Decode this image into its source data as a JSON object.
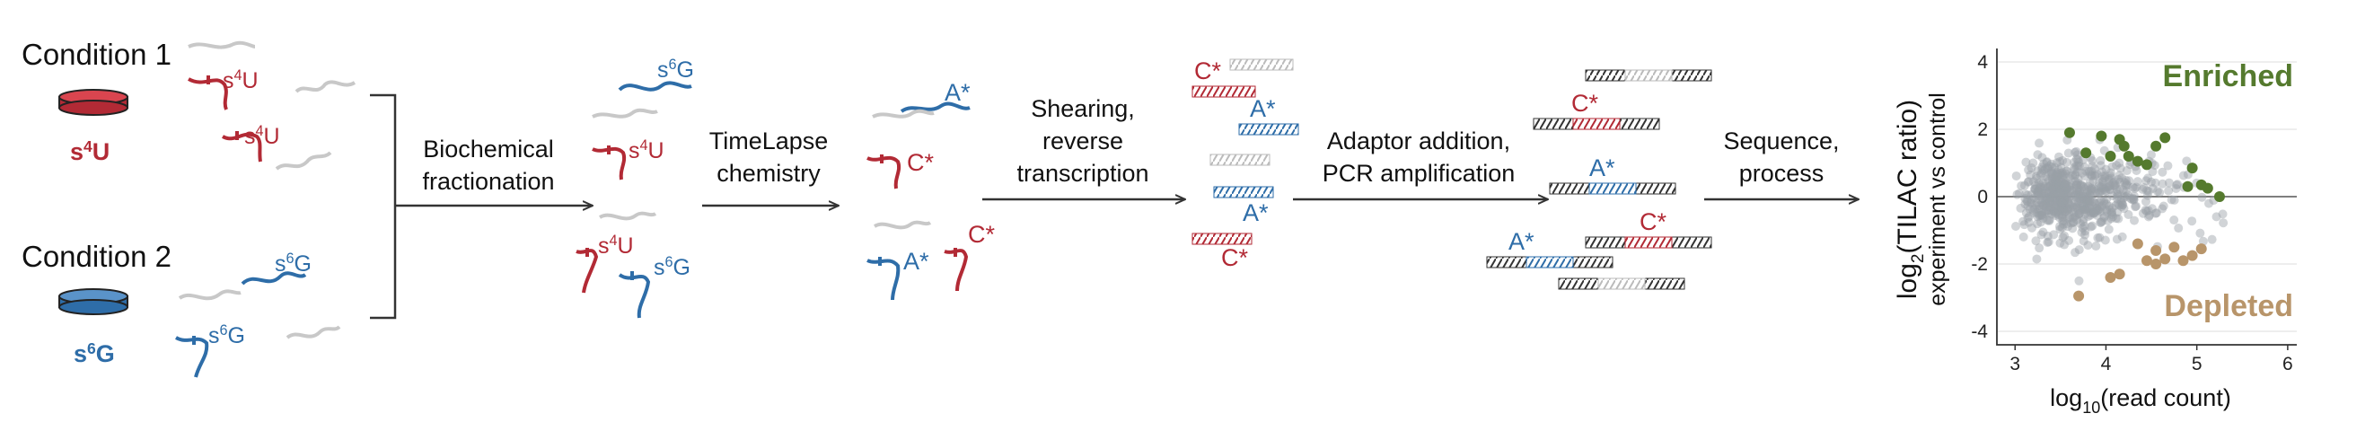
{
  "conditions": [
    {
      "title": "Condition 1",
      "label": "s4U",
      "color": "#b22a35"
    },
    {
      "title": "Condition 2",
      "label": "s6G",
      "color": "#2e6da8"
    }
  ],
  "nucleosides": {
    "s4U": "s4U",
    "s6G": "s6G"
  },
  "steps": [
    {
      "line1": "Biochemical",
      "line2": "fractionation"
    },
    {
      "line1": "TimeLapse",
      "line2": "chemistry"
    },
    {
      "line1": "Shearing,",
      "line2": "reverse",
      "line3": "transcription"
    },
    {
      "line1": "Adaptor addition,",
      "line2": "PCR amplification"
    },
    {
      "line1": "Sequence,",
      "line2": "process"
    }
  ],
  "mutations": {
    "a": "A*",
    "c": "C*"
  },
  "colors": {
    "red": "#b22a35",
    "blue": "#2e6da8",
    "gray": "#c8c8c8",
    "enriched": "#557a2e",
    "depleted": "#b8956a"
  },
  "chart_data": {
    "type": "scatter",
    "ylabel_main": "log",
    "ylabel_sub": "2",
    "ylabel_rest": "(TILAC ratio)",
    "ylabel_line2": "experiment vs control",
    "xlabel_main": "log",
    "xlabel_sub": "10",
    "xlabel_rest": "(read count)",
    "xlim": [
      2.8,
      6.1
    ],
    "ylim": [
      -4.4,
      4.4
    ],
    "x_ticks": [
      3,
      4,
      5,
      6
    ],
    "y_ticks": [
      4,
      2,
      0,
      -2,
      -4
    ],
    "grid": true,
    "annotations": {
      "enriched": "Enriched",
      "depleted": "Depleted"
    },
    "series": [
      {
        "name": "Enriched",
        "color": "#557a2e",
        "points": [
          [
            3.6,
            1.9
          ],
          [
            3.95,
            1.8
          ],
          [
            4.15,
            1.7
          ],
          [
            4.2,
            1.5
          ],
          [
            4.25,
            1.2
          ],
          [
            4.35,
            1.05
          ],
          [
            4.45,
            0.95
          ],
          [
            4.55,
            1.5
          ],
          [
            4.65,
            1.75
          ],
          [
            4.95,
            0.85
          ],
          [
            5.05,
            0.35
          ],
          [
            5.12,
            0.25
          ],
          [
            4.9,
            0.3
          ],
          [
            5.25,
            0.0
          ],
          [
            3.78,
            1.3
          ],
          [
            4.05,
            1.2
          ]
        ]
      },
      {
        "name": "Depleted",
        "color": "#b8956a",
        "points": [
          [
            3.7,
            -2.95
          ],
          [
            4.05,
            -2.4
          ],
          [
            4.15,
            -2.3
          ],
          [
            4.35,
            -1.4
          ],
          [
            4.45,
            -1.9
          ],
          [
            4.55,
            -1.6
          ],
          [
            4.65,
            -1.85
          ],
          [
            4.75,
            -1.5
          ],
          [
            4.85,
            -1.9
          ],
          [
            4.95,
            -1.75
          ],
          [
            5.05,
            -1.55
          ],
          [
            4.55,
            -2.0
          ]
        ]
      }
    ]
  }
}
